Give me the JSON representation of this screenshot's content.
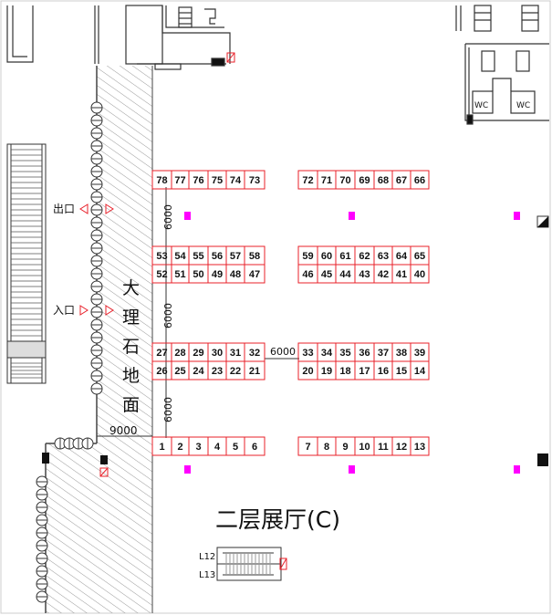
{
  "title": "二层展厅(C)",
  "labels": {
    "exit": "出口",
    "entrance": "入口",
    "marble": [
      "大",
      "理",
      "石",
      "地",
      "面"
    ],
    "wc": [
      "WC",
      "WC"
    ],
    "escalators": [
      "L12",
      "L13"
    ]
  },
  "dimensions": {
    "aisle_v": [
      "6000",
      "6000",
      "6000"
    ],
    "aisle_h": "6000",
    "corridor": "9000"
  },
  "booth_rows": [
    {
      "left": [
        "78",
        "77",
        "76",
        "75",
        "74",
        "73"
      ],
      "right": [
        "72",
        "71",
        "70",
        "69",
        "68",
        "67",
        "66"
      ]
    },
    {
      "left": [
        "53",
        "54",
        "55",
        "56",
        "57",
        "58"
      ],
      "right": [
        "59",
        "60",
        "61",
        "62",
        "63",
        "64",
        "65"
      ]
    },
    {
      "left": [
        "52",
        "51",
        "50",
        "49",
        "48",
        "47"
      ],
      "right": [
        "46",
        "45",
        "44",
        "43",
        "42",
        "41",
        "40"
      ]
    },
    {
      "left": [
        "27",
        "28",
        "29",
        "30",
        "31",
        "32"
      ],
      "right": [
        "33",
        "34",
        "35",
        "36",
        "37",
        "38",
        "39"
      ]
    },
    {
      "left": [
        "26",
        "25",
        "24",
        "23",
        "22",
        "21"
      ],
      "right": [
        "20",
        "19",
        "18",
        "17",
        "16",
        "15",
        "14"
      ]
    },
    {
      "left": [
        "1",
        "2",
        "3",
        "4",
        "5",
        "6"
      ],
      "right": [
        "7",
        "8",
        "9",
        "10",
        "11",
        "12",
        "13"
      ]
    }
  ],
  "colors": {
    "booth_border": "#e8202a",
    "marker": "#ff00ff",
    "wall": "#333333"
  }
}
